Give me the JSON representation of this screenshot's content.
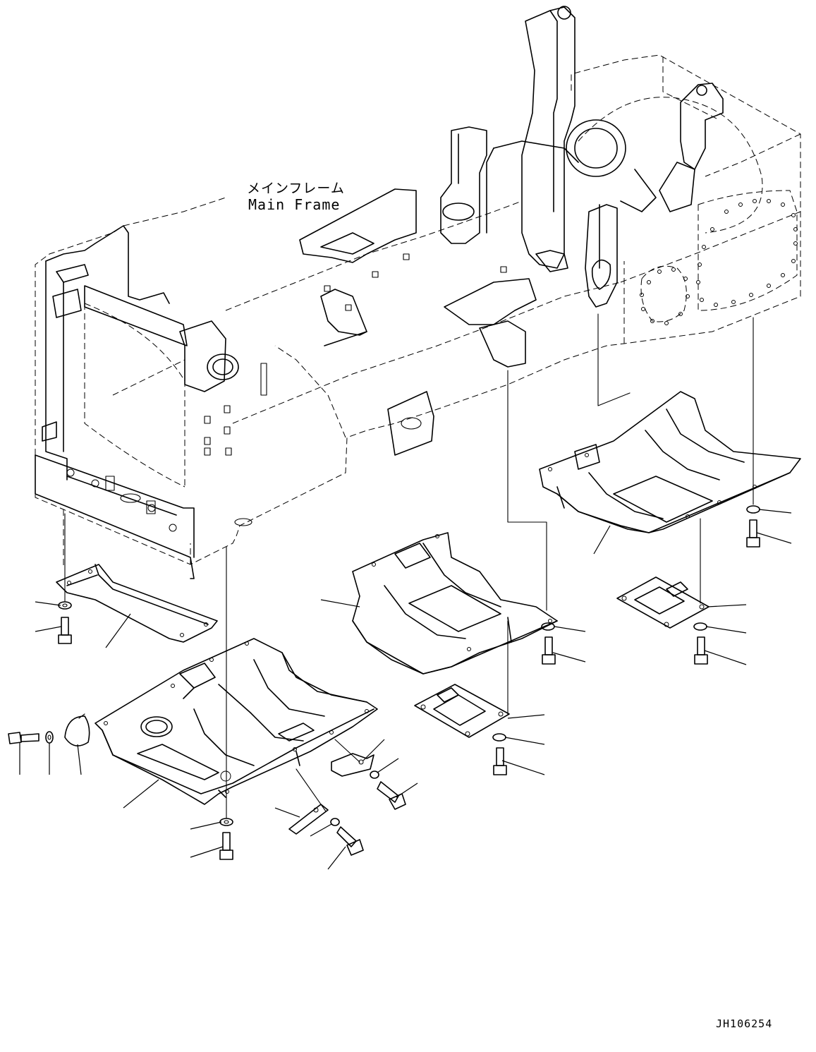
{
  "labels": {
    "frame_jp": "メインフレーム",
    "frame_en": "Main Frame",
    "drawing_number": "JH106254"
  },
  "colors": {
    "line": "#000000",
    "background": "#ffffff"
  }
}
